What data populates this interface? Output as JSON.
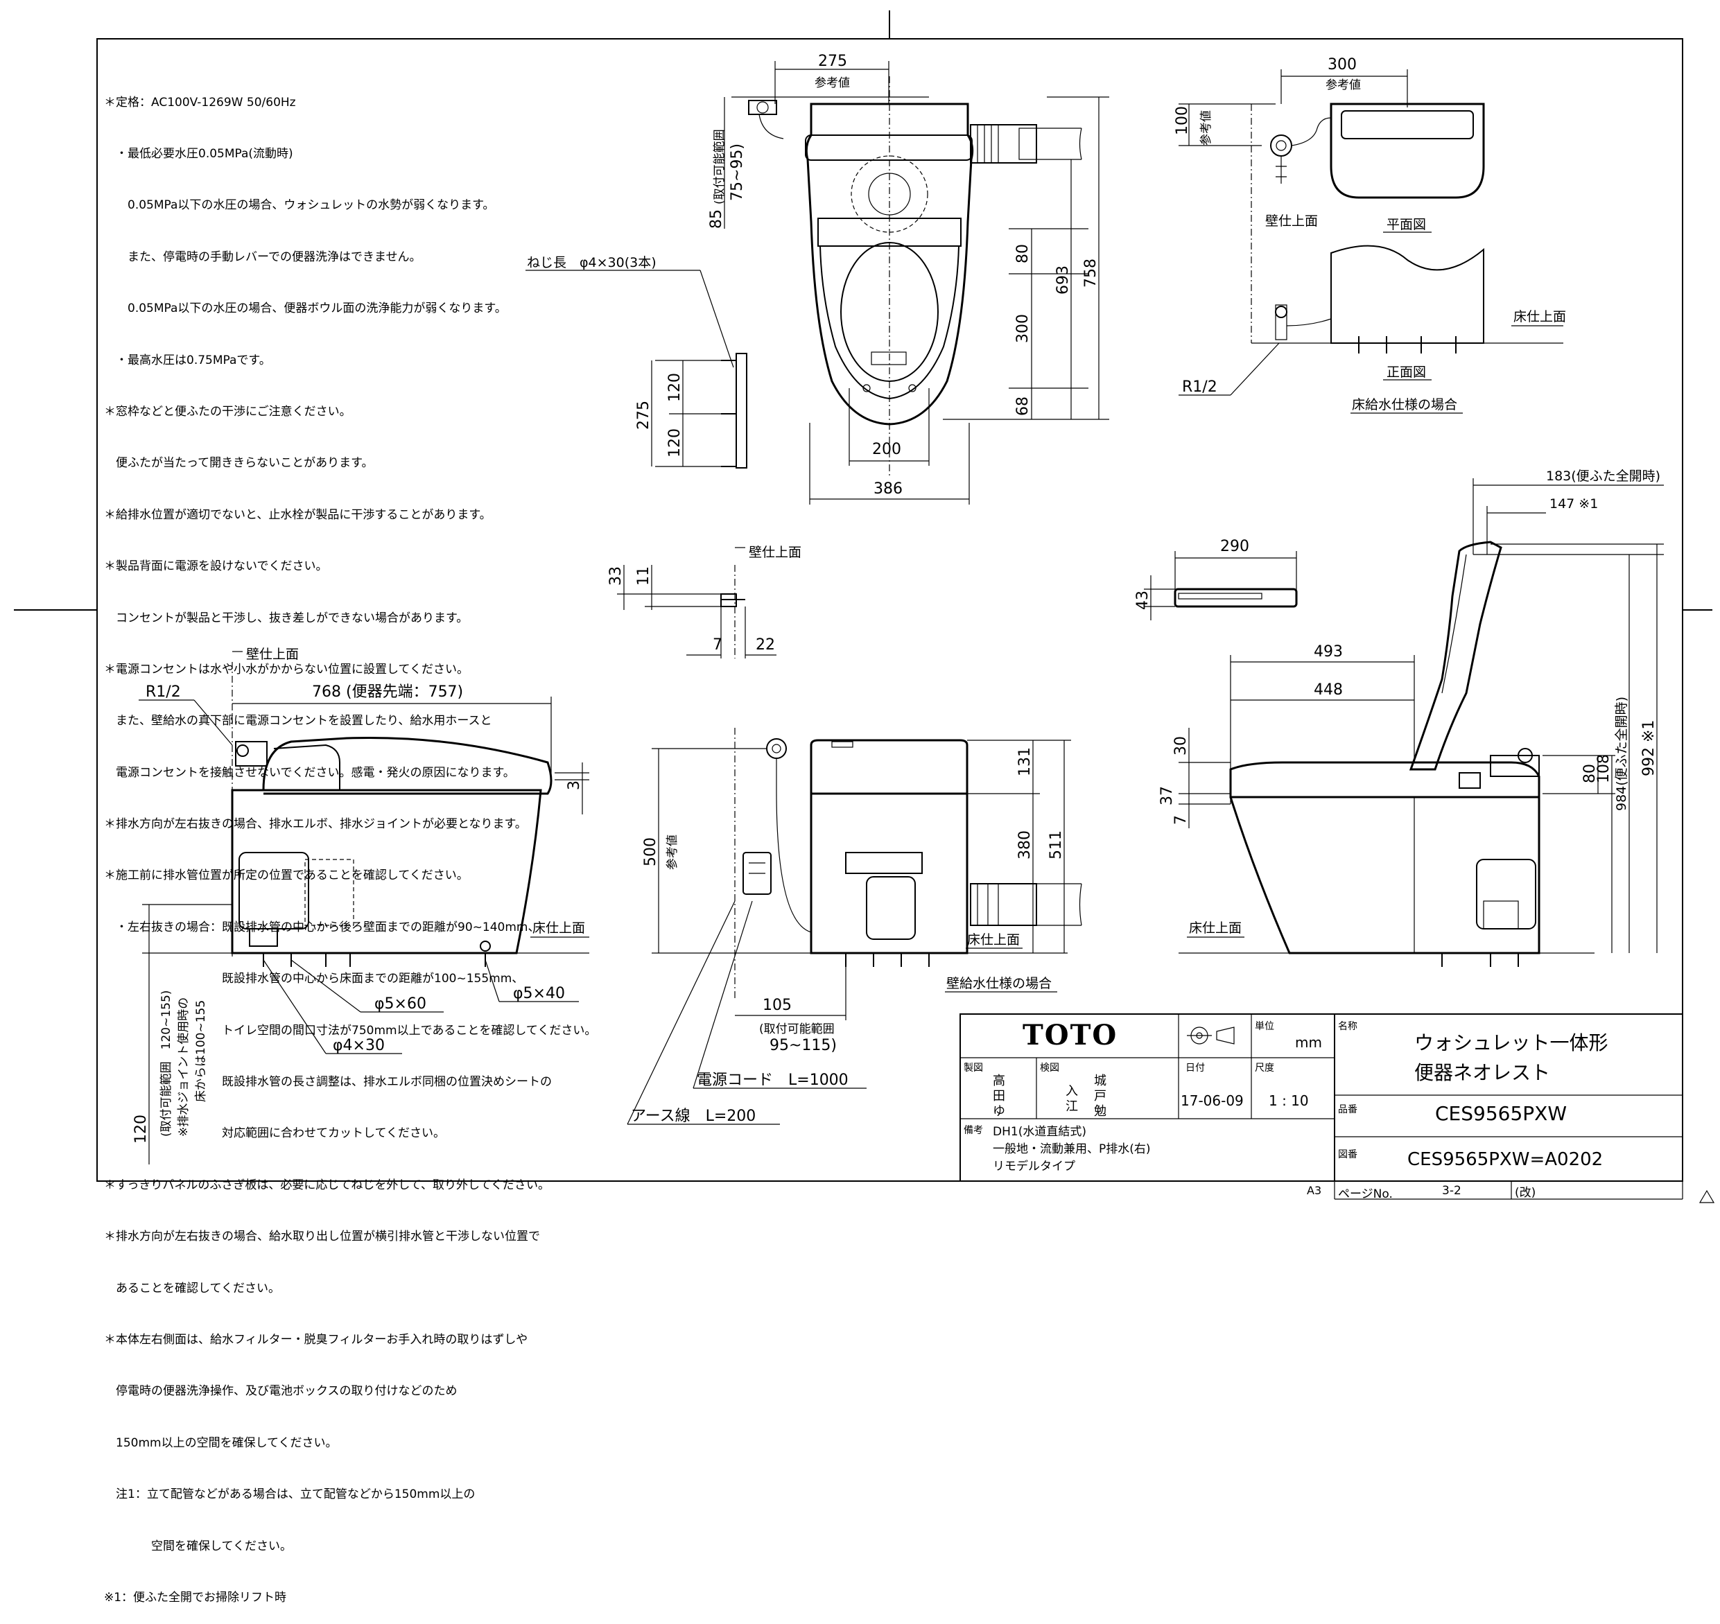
{
  "notes": [
    "＊定格：AC100V-1269W 50/60Hz",
    "　・最低必要水圧0.05MPa(流動時)",
    "　　0.05MPa以下の水圧の場合、ウォシュレットの水勢が弱くなります。",
    "　　また、停電時の手動レバーでの便器洗浄はできません。",
    "　　0.05MPa以下の水圧の場合、便器ボウル面の洗浄能力が弱くなります。",
    "　・最高水圧は0.75MPaです。",
    "＊窓枠などと便ふたの干渉にご注意ください。",
    "　便ふたが当たって開ききらないことがあります。",
    "＊給排水位置が適切でないと、止水栓が製品に干渉することがあります。",
    "＊製品背面に電源を設けないでください。",
    "　コンセントが製品と干渉し、抜き差しができない場合があります。",
    "＊電源コンセントは水や小水がかからない位置に設置してください。",
    "　また、壁給水の真下部に電源コンセントを設置したり、給水用ホースと",
    "　電源コンセントを接触させないでください。感電・発火の原因になります。",
    "＊排水方向が左右抜きの場合、排水エルボ、排水ジョイントが必要となります。",
    "＊施工前に排水管位置が所定の位置であることを確認してください。",
    "　・左右抜きの場合：既設排水管の中心から後ろ壁面までの距離が90~140mm、",
    "　　　　　　　　　　既設排水管の中心から床面までの距離が100~155mm、",
    "　　　　　　　　　　トイレ空間の間口寸法が750mm以上であることを確認してください。",
    "　　　　　　　　　　既設排水管の長さ調整は、排水エルボ同梱の位置決めシートの",
    "　　　　　　　　　　対応範囲に合わせてカットしてください。",
    "＊すっきりパネルのふさぎ板は、必要に応じてねじを外して、取り外してください。",
    "＊排水方向が左右抜きの場合、給水取り出し位置が横引排水管と干渉しない位置で",
    "　あることを確認してください。",
    "＊本体左右側面は、給水フィルター・脱臭フィルターお手入れ時の取りはずしや",
    "　停電時の便器洗浄操作、及び電池ボックスの取り付けなどのため",
    "　150mm以上の空間を確保してください。",
    "　注1：立て配管などがある場合は、立て配管などから150mm以上の",
    "　　　　空間を確保してください。",
    "※1：便ふた全開でお掃除リフト時"
  ],
  "labels": {
    "ref_value": "参考値",
    "wall_finish": "壁仕上面",
    "floor_finish": "床仕上面",
    "plan_view": "平面図",
    "front_view": "正面図",
    "floor_supply_case": "床給水仕様の場合",
    "wall_supply_case": "壁給水仕様の場合",
    "screw_length": "ねじ長　φ4×30(3本)",
    "r12": "R1/2",
    "phi5x60": "φ5×60",
    "phi4x30": "φ4×30",
    "phi5x40": "φ5×40",
    "power_cord": "電源コード　L=1000",
    "earth_wire": "アース線　L=200",
    "adjustable_range": "(取付可能範囲",
    "range_75_95": "75~95)",
    "range_95_115": "95~115)",
    "range_120_155": "(取付可能範囲　120~155)",
    "drain_joint_note": "※排水ジョイント使用時の",
    "range_100_155": "床からは100~155",
    "lid_full_open": "(便ふた全開時)",
    "dim_768": "768 (便器先端：757)",
    "dim_183": "183(便ふた全開時)",
    "dim_147": "147 ※1",
    "dim_984": "984(便ふた全開時)",
    "dim_992": "992 ※1"
  },
  "dims": {
    "d275a": "275",
    "d300": "300",
    "d100": "100",
    "d85": "85",
    "d80a": "80",
    "d693": "693",
    "d758": "758",
    "d300b": "300",
    "d68": "68",
    "d200": "200",
    "d386": "386",
    "d275b": "275",
    "d120a": "120",
    "d120b": "120",
    "d33": "33",
    "d11": "11",
    "d7a": "7",
    "d22": "22",
    "d290": "290",
    "d43": "43",
    "d3": "3",
    "d120c": "120",
    "d131": "131",
    "d380": "380",
    "d511": "511",
    "d500": "500",
    "d105": "105",
    "d493": "493",
    "d448": "448",
    "d30": "30",
    "d37": "37",
    "d7b": "7",
    "d80b": "80",
    "d108": "108"
  },
  "title_block": {
    "brand": "TOTO",
    "unit_label": "単位",
    "unit": "mm",
    "name_label": "名称",
    "name_line1": "ウォシュレット一体形",
    "name_line2": "便器ネオレスト",
    "drawn_label": "製図",
    "drawn_1": "高",
    "drawn_2": "田",
    "drawn_3": "ゆ",
    "checked_label": "検図",
    "checked_1": "入",
    "checked_2": "江",
    "checked_3": "城",
    "checked_4": "戸",
    "checked_5": "勉",
    "date_label": "日付",
    "date": "17-06-09",
    "scale_label": "尺度",
    "scale": "1 : 10",
    "part_label": "品番",
    "part_no": "CES9565PXW",
    "remarks_label": "備考",
    "remarks_1": "DH1(水道直結式)",
    "remarks_2": "一般地・流動兼用、P排水(右)",
    "remarks_3": "リモデルタイプ",
    "drawing_label": "図番",
    "drawing_no": "CES9565PXW=A0202",
    "sheet_size": "A3",
    "page_label": "ページNo.",
    "page_no": "3-2",
    "rev_label": "(改)"
  }
}
